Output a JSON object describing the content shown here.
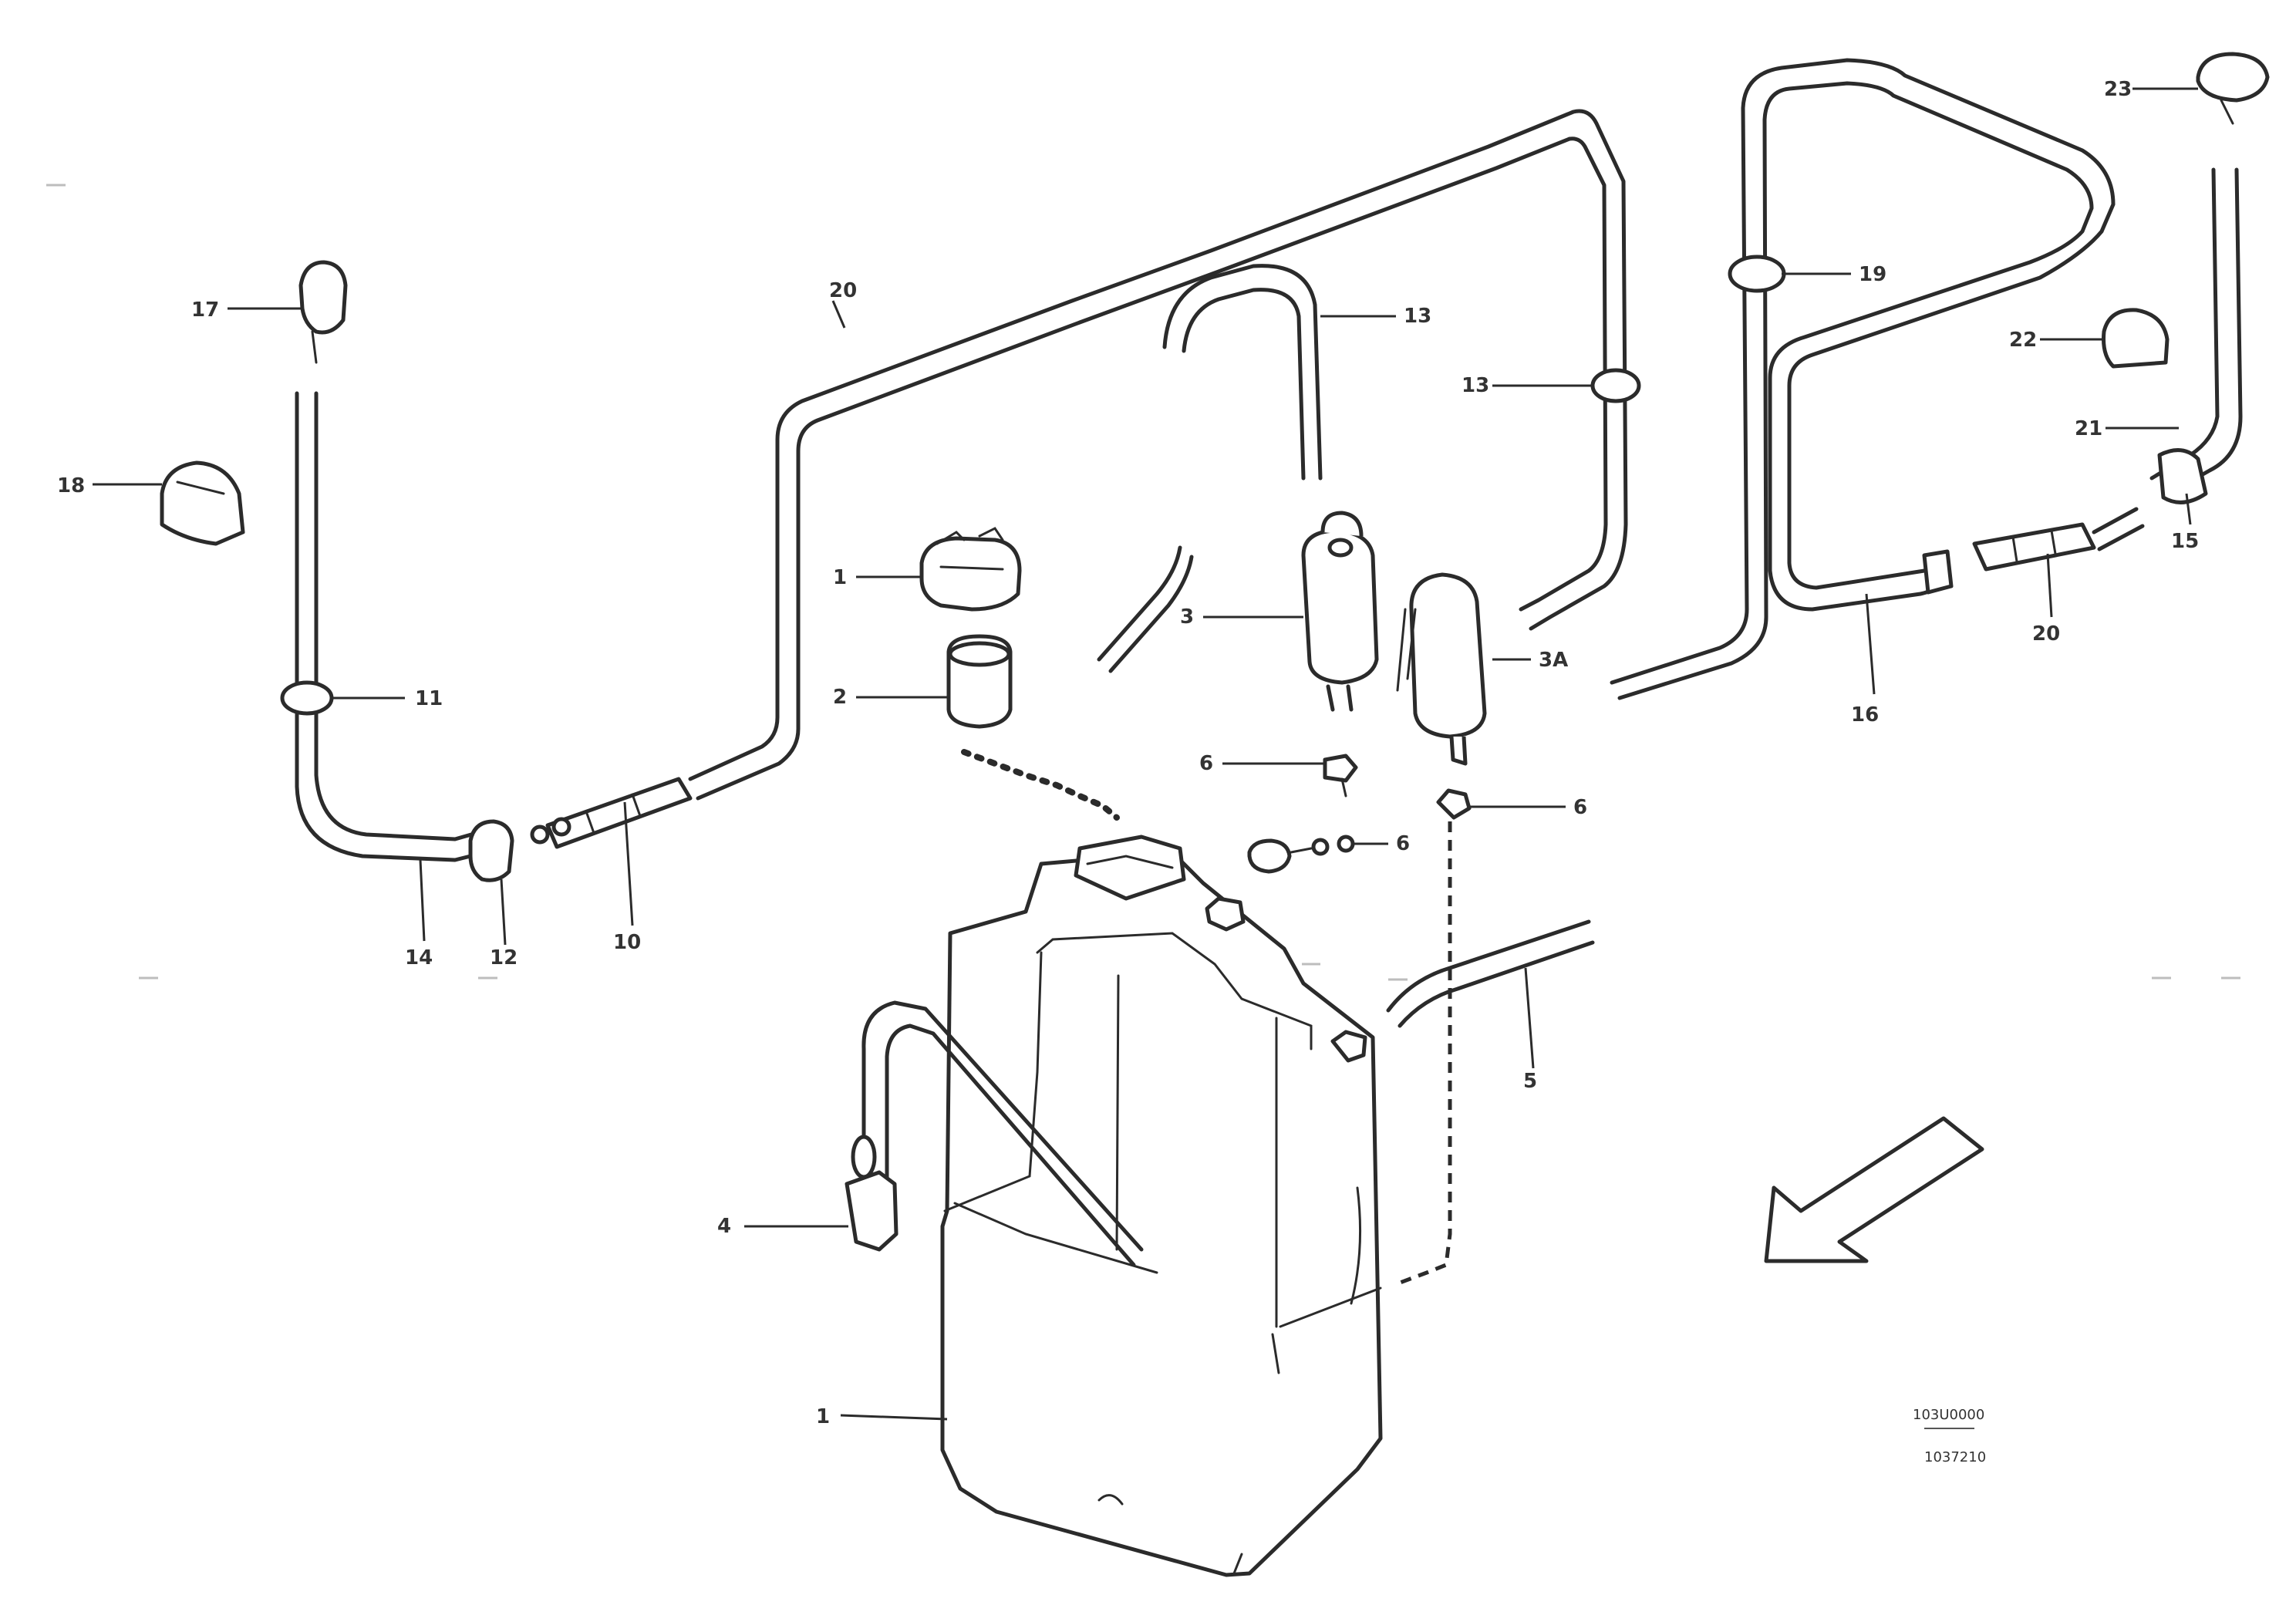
{
  "diagram": {
    "callouts": [
      {
        "id": "c-tank",
        "text": "1"
      },
      {
        "id": "c-cap",
        "text": "1"
      },
      {
        "id": "c-filter",
        "text": "2"
      },
      {
        "id": "c-pump-left",
        "text": "3"
      },
      {
        "id": "c-grommet",
        "text": "4"
      },
      {
        "id": "c-hose-right",
        "text": "5"
      },
      {
        "id": "c-fitting-left",
        "text": "6"
      },
      {
        "id": "c-fitting-right",
        "text": "6"
      },
      {
        "id": "c-valve",
        "text": "6"
      },
      {
        "id": "c-nozzle-17",
        "text": "17"
      },
      {
        "id": "c-clip-18",
        "text": "18"
      },
      {
        "id": "c-clip-11",
        "text": "11"
      },
      {
        "id": "c-hose-14",
        "text": "14"
      },
      {
        "id": "c-clamp-12",
        "text": "12"
      },
      {
        "id": "c-hose-10",
        "text": "10"
      },
      {
        "id": "c-hose-20",
        "text": "20"
      },
      {
        "id": "c-hose-13",
        "text": "13"
      },
      {
        "id": "c-clip-13",
        "text": "13"
      },
      {
        "id": "c-pump-3a",
        "text": "3A"
      },
      {
        "id": "c-clip-19",
        "text": "19"
      },
      {
        "id": "c-nozzle-23",
        "text": "23"
      },
      {
        "id": "c-cover-22",
        "text": "22"
      },
      {
        "id": "c-clip-21",
        "text": "21"
      },
      {
        "id": "c-hose-15",
        "text": "15"
      },
      {
        "id": "c-hose-16",
        "text": "16"
      },
      {
        "id": "c-conn-20",
        "text": "20"
      }
    ],
    "reference": {
      "line1": "103U0000",
      "line2": "1037210"
    },
    "icons": [
      "direction-arrow-icon"
    ]
  }
}
